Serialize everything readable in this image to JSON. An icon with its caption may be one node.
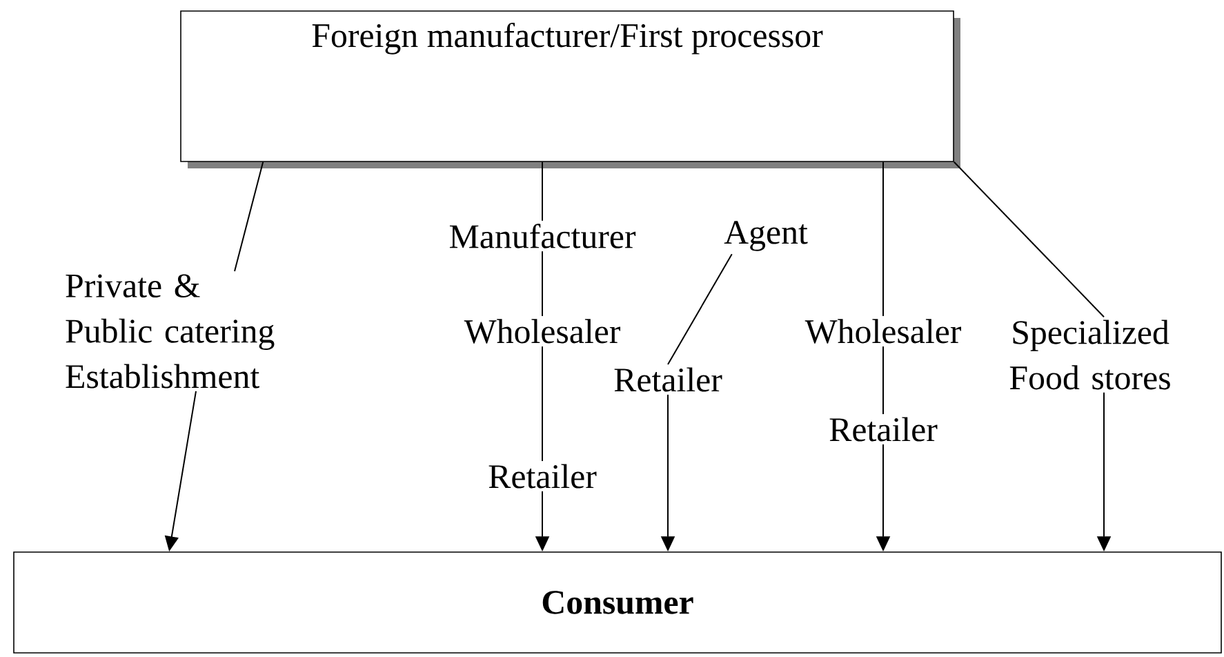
{
  "diagram": {
    "nodes": [
      {
        "text": [
          "Foreign manufacturer/First processor"
        ]
      },
      {
        "text": [
          "Private & Public catering Establishment"
        ]
      },
      {
        "text": [
          "Manufacturer"
        ]
      },
      {
        "text": [
          "Wholesaler"
        ]
      },
      {
        "text": [
          "Retailer"
        ]
      },
      {
        "text": [
          "Agent"
        ]
      },
      {
        "text": [
          "Retailer"
        ]
      },
      {
        "text": [
          "Wholesaler"
        ]
      },
      {
        "text": [
          "Retailer"
        ]
      },
      {
        "text": [
          "Specialized Food stores"
        ]
      },
      {
        "text": [
          "Consumer"
        ]
      }
    ],
    "edges": [
      {
        "from": 0,
        "to": 1,
        "arrow": "none"
      },
      {
        "from": 1,
        "to": 10,
        "arrow": "to"
      },
      {
        "from": 0,
        "to": 2,
        "arrow": "none"
      },
      {
        "from": 2,
        "to": 3,
        "arrow": "none"
      },
      {
        "from": 3,
        "to": 4,
        "arrow": "none"
      },
      {
        "from": 4,
        "to": 10,
        "arrow": "to"
      },
      {
        "from": 5,
        "to": 6,
        "arrow": "none"
      },
      {
        "from": 6,
        "to": 10,
        "arrow": "to"
      },
      {
        "from": 0,
        "to": 7,
        "arrow": "none"
      },
      {
        "from": 7,
        "to": 8,
        "arrow": "none"
      },
      {
        "from": 8,
        "to": 10,
        "arrow": "to"
      },
      {
        "from": 0,
        "to": 9,
        "arrow": "none"
      },
      {
        "from": 9,
        "to": 10,
        "arrow": "to"
      }
    ]
  }
}
